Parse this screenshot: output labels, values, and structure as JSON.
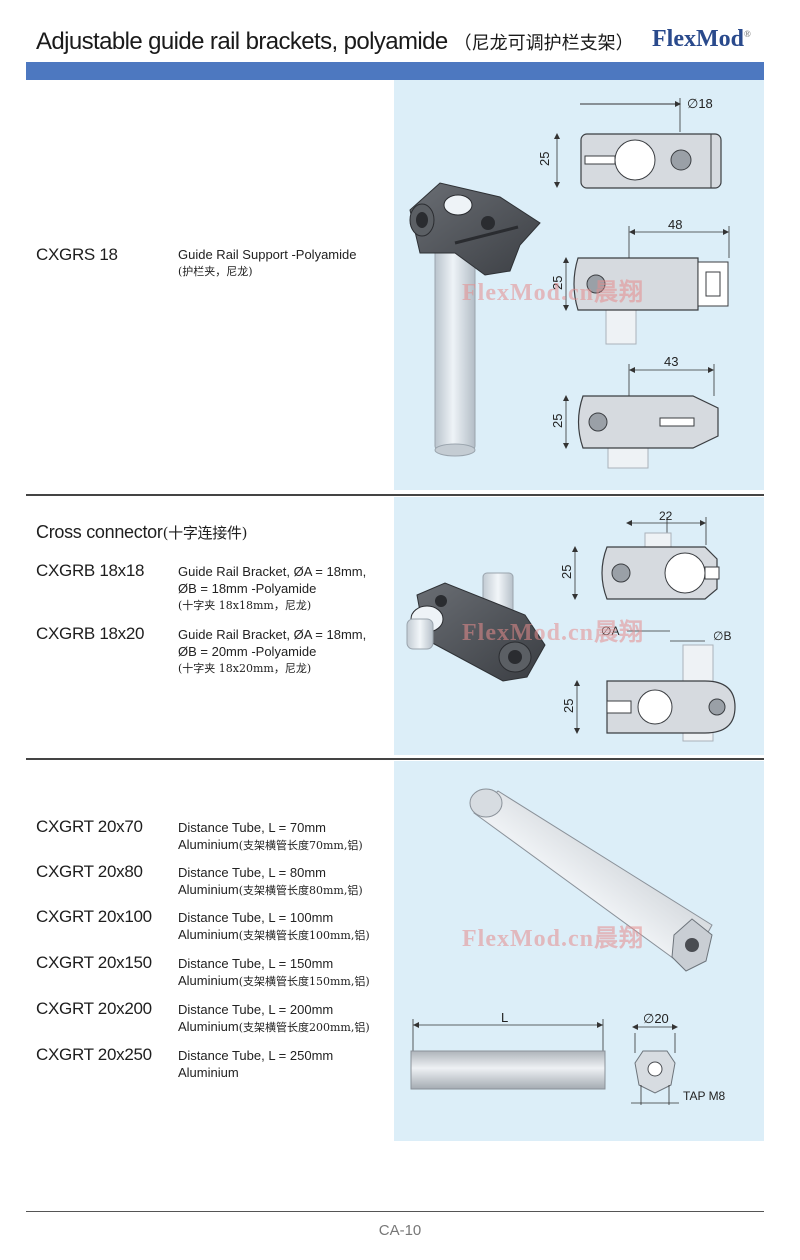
{
  "header": {
    "title": "Adjustable guide rail brackets, polyamide",
    "title_cn": "（尼龙可调护栏支架）",
    "brand": "FlexMod",
    "brand_mark": "®"
  },
  "watermark": "FlexMod.cn晨翔",
  "sections": [
    {
      "items": [
        {
          "code": "CXGRS 18",
          "desc": "Guide Rail Support -Polyamide",
          "desc_cn": "(护栏夹，尼龙)"
        }
      ],
      "dims": {
        "d1": "18",
        "d1_prefix": "∅",
        "h1": "25",
        "w2": "48",
        "h2": "25",
        "w3": "43",
        "h3": "25"
      }
    },
    {
      "title": "Cross connector",
      "title_cn": "(十字连接件)",
      "items": [
        {
          "code": "CXGRB 18x18",
          "desc1": "Guide Rail Bracket, ØA = 18mm,",
          "desc2": "ØB = 18mm -Polyamide",
          "desc_cn": "(十字夹 18x18mm，尼龙)"
        },
        {
          "code": "CXGRB 18x20",
          "desc1": "Guide Rail Bracket, ØA = 18mm,",
          "desc2": "ØB = 20mm -Polyamide",
          "desc_cn": "(十字夹 18x20mm，尼龙)"
        }
      ],
      "dims": {
        "w1": "22",
        "h1": "25",
        "a": "∅A",
        "b": "∅B",
        "h2": "25"
      }
    },
    {
      "items": [
        {
          "code": "CXGRT 20x70",
          "desc1": "Distance Tube, L = 70mm",
          "desc2": "Aluminium",
          "desc_cn": "(支架横管长度70mm,铝)"
        },
        {
          "code": "CXGRT 20x80",
          "desc1": "Distance Tube, L = 80mm",
          "desc2": "Aluminium",
          "desc_cn": "(支架横管长度80mm,铝)"
        },
        {
          "code": "CXGRT 20x100",
          "desc1": "Distance Tube, L = 100mm",
          "desc2": "Aluminium",
          "desc_cn": "(支架横管长度100mm,铝)"
        },
        {
          "code": "CXGRT 20x150",
          "desc1": "Distance Tube, L = 150mm",
          "desc2": "Aluminium",
          "desc_cn": "(支架横管长度150mm,铝)"
        },
        {
          "code": "CXGRT 20x200",
          "desc1": "Distance Tube, L = 200mm",
          "desc2": "Aluminium",
          "desc_cn": "(支架横管长度200mm,铝)"
        },
        {
          "code": "CXGRT 20x250",
          "desc1": "Distance Tube, L = 250mm",
          "desc2": "Aluminium",
          "desc_cn": ""
        }
      ],
      "dims": {
        "length": "L",
        "dia": "∅20",
        "tap": "TAP M8"
      }
    }
  ],
  "footer": {
    "page": "CA-10"
  },
  "colors": {
    "bar": "#4d78c0",
    "panel": "#dceef8",
    "brand": "#2a4a8c",
    "part_dark": "#4a4d52",
    "tube": "#c8ccd2"
  }
}
